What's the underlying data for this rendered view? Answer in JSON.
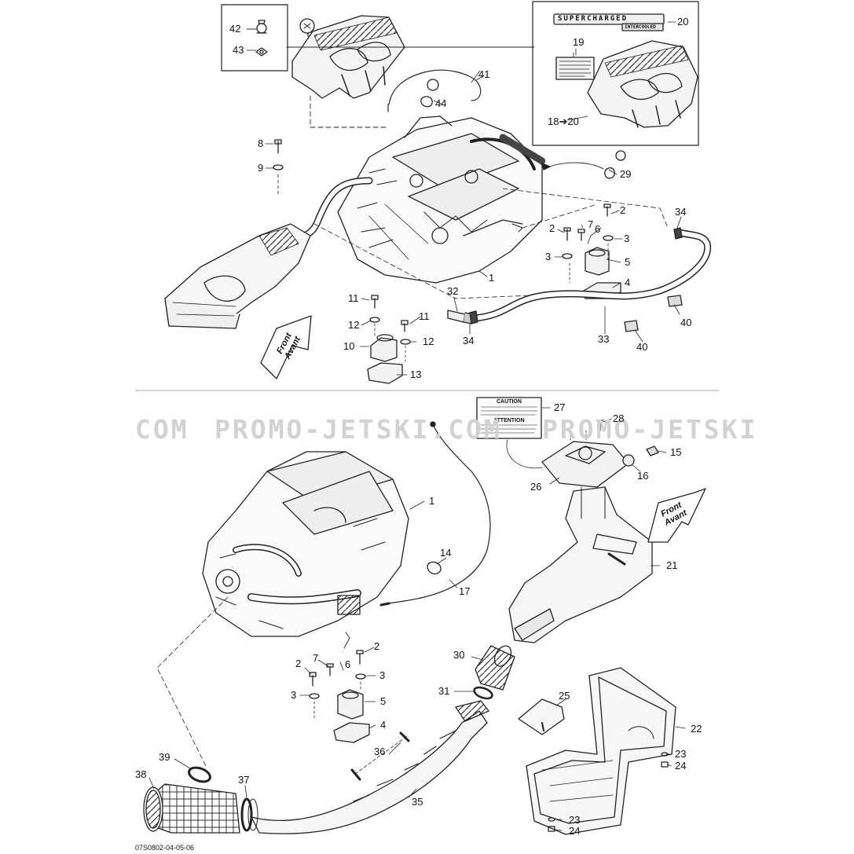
{
  "watermark": {
    "text_left": "COM",
    "text_main": "PROMO-JETSKI.COM",
    "text_right": "PROMO-JETSKI"
  },
  "document_id": "07S0802-04-05-06",
  "direction_arrows": [
    {
      "line1": "Front",
      "line2": "Avant"
    },
    {
      "line1": "Front",
      "line2": "Avant"
    }
  ],
  "decals": {
    "supercharged": "SUPERCHARGED",
    "intercooled": "INTERCOOLED",
    "caution_heading": "CAUTION",
    "attention_heading": "ATTENTION"
  },
  "callouts_top": {
    "c42": "42",
    "c43": "43",
    "c20": "20",
    "c19": "19",
    "c18_20": "18➔20",
    "c41": "41",
    "c44": "44",
    "c29": "29",
    "c8": "8",
    "c9": "9",
    "c34a": "34",
    "c2a": "2",
    "c7": "7",
    "c6": "6",
    "c2b": "2",
    "c3a": "3",
    "c3b": "3",
    "c5": "5",
    "c4": "4",
    "c1": "1",
    "c32": "32",
    "c11a": "11",
    "c12a": "12",
    "c11b": "11",
    "c12b": "12",
    "c10": "10",
    "c13": "13",
    "c34b": "34",
    "c33": "33",
    "c40a": "40",
    "c40b": "40"
  },
  "callouts_bottom": {
    "c27": "27",
    "c28": "28",
    "c15": "15",
    "c16": "16",
    "c26": "26",
    "c1": "1",
    "c21": "21",
    "c14": "14",
    "c17": "17",
    "c30": "30",
    "c2a": "2",
    "c7": "7",
    "c6": "6",
    "c2b": "2",
    "c3a": "3",
    "c3b": "3",
    "c5": "5",
    "c4": "4",
    "c31": "31",
    "c25": "25",
    "c22": "22",
    "c23a": "23",
    "c24a": "24",
    "c39": "39",
    "c36": "36",
    "c38": "38",
    "c37": "37",
    "c35": "35",
    "c23b": "23",
    "c24b": "24"
  }
}
